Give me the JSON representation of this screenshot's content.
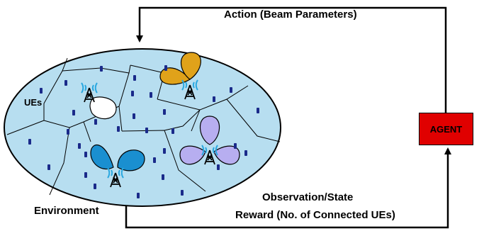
{
  "action_label": "Action (Beam Parameters)",
  "observation_label": "Observation/State",
  "reward_label": "Reward (No. of Connected UEs)",
  "environment_label": "Environment",
  "ues_label": "UEs",
  "agent_label": "AGENT",
  "colors": {
    "environment_fill": "#b7def0",
    "agent_fill": "#e00000",
    "ue": "#1a2a8a",
    "beam_orange": "#e0a21a",
    "beam_blue": "#1a8fd0",
    "beam_lavender": "#b7aef0",
    "antenna_signal": "#2aa8e0"
  }
}
